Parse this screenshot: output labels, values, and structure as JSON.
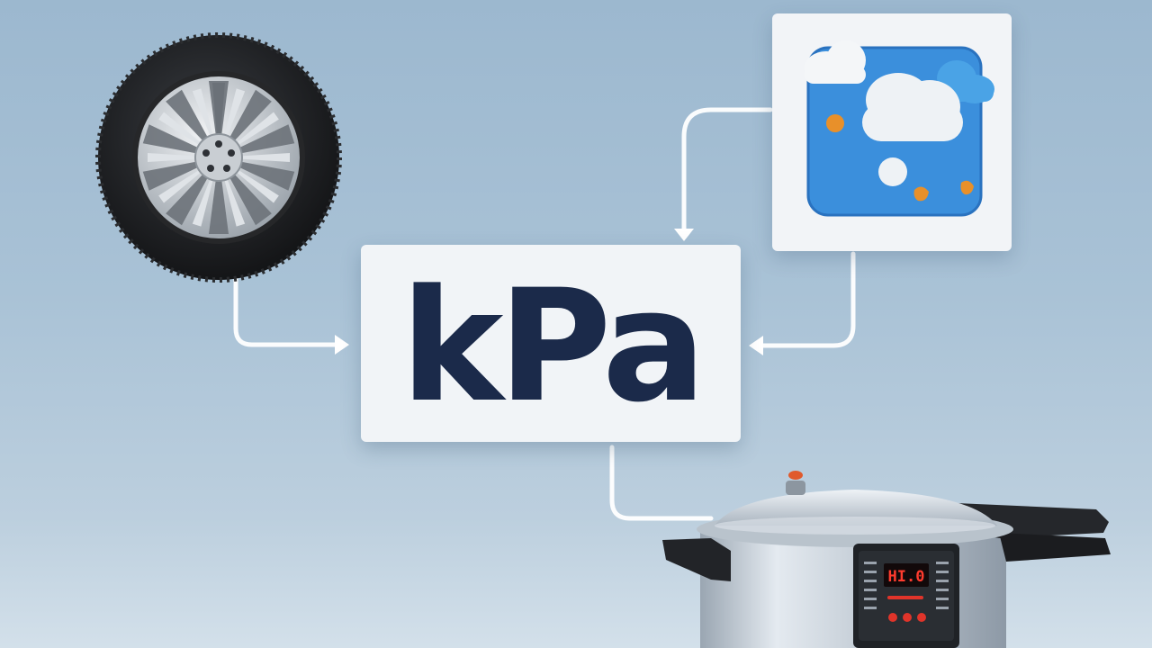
{
  "center_unit": {
    "label": "kPa"
  },
  "colors": {
    "background": "#a9c2d6",
    "label_navy": "#1b2a4a",
    "connector": "#ffffff",
    "weather_blue": "#3b8fdc",
    "accent_orange": "#e8902a",
    "display_red": "#e0342a"
  },
  "nodes": [
    {
      "id": "tire",
      "icon": "car-tire-icon"
    },
    {
      "id": "weather",
      "icon": "weather-cloud-icon"
    },
    {
      "id": "pressure-cooker",
      "icon": "pressure-cooker-icon"
    }
  ],
  "cooker_display": {
    "readout": "HI.0"
  }
}
